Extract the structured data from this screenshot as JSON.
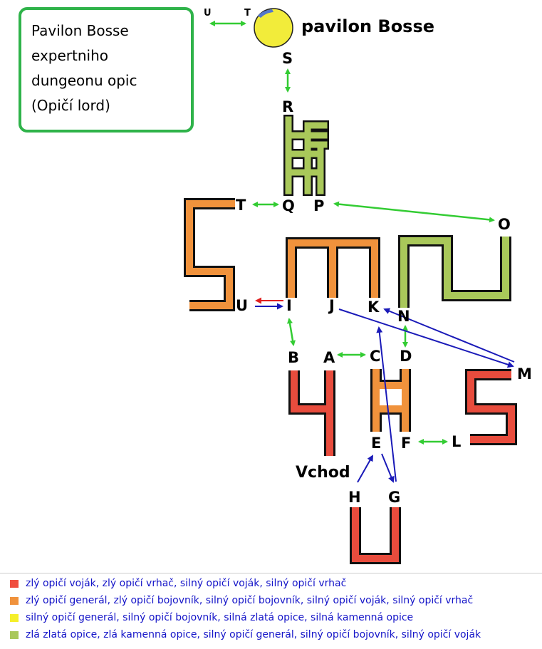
{
  "title": {
    "lines": [
      "Pavilon Bosse",
      "expertniho",
      "dungeonu opic",
      "(Opičí lord)"
    ]
  },
  "boss_label": "pavilon Bosse",
  "entrance_label": "Vchod",
  "nodes": {
    "top_u": "U",
    "top_t": "T",
    "s": "S",
    "r": "R",
    "t": "T",
    "q": "Q",
    "p": "P",
    "o": "O",
    "u": "U",
    "i": "I",
    "j": "J",
    "k": "K",
    "n": "N",
    "b": "B",
    "a": "A",
    "c": "C",
    "d": "D",
    "m": "M",
    "e": "E",
    "f": "F",
    "l": "L",
    "h": "H",
    "g": "G"
  },
  "colors": {
    "red": "#e84c3d",
    "orange": "#f0923c",
    "yellow": "#f2ec3a",
    "green": "#a9c85a",
    "bidirectional_arrow": "#33cc33",
    "one_way_arrow": "#1a1ab8",
    "return_arrow": "#e02020"
  },
  "legend": [
    {
      "color": "#f04d3e",
      "text": "zlý opičí voják, zlý opičí vrhač, silný opičí  voják, silný opičí vrhač"
    },
    {
      "color": "#f0923c",
      "text": "zlý opičí generál, zlý opičí bojovník, silný opičí bojovník, silný opičí voják, silný opičí vrhač"
    },
    {
      "color": "#f5ef2a",
      "text": "silný opičí generál, silný opičí bojovník, silná zlatá opice, silná kamenná opice"
    },
    {
      "color": "#a9c85a",
      "text": "zlá zlatá opice, zlá kamenná opice, silný opičí generál, silný opičí bojovník, silný opičí voják"
    }
  ]
}
